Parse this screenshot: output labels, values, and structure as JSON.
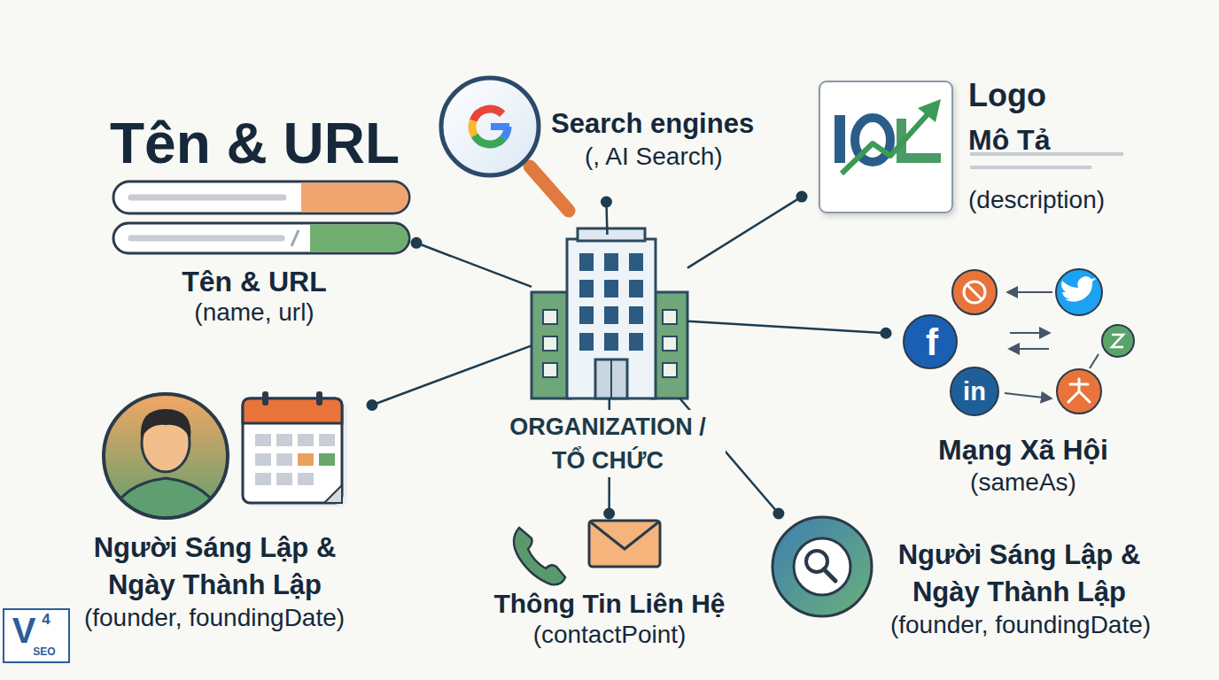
{
  "diagram": {
    "nodes": [
      {
        "text": [
          "Tên & URL",
          "Tên & URL",
          "(name, url)"
        ]
      },
      {
        "text": [
          "Search engines",
          "(, AI Search)"
        ]
      },
      {
        "text": [
          "Logo",
          "Mô Tả",
          "(description)"
        ]
      },
      {
        "text": [
          "ORGANIZATION / TỔ CHỨC"
        ]
      },
      {
        "text": [
          "Mạng Xã Hội",
          "(sameAs)"
        ]
      },
      {
        "text": [
          "Người Sáng Lập & Ngày Thành Lập",
          "(founder, foundingDate)"
        ]
      },
      {
        "text": [
          "Thông Tin Liên Hệ",
          "(contactPoint)"
        ]
      },
      {
        "text": [
          "Người Sáng Lập & Ngày Thành Lập",
          "(founder, foundingDate)"
        ]
      }
    ],
    "edges": [
      {
        "from": 3,
        "to": 0,
        "arrow": "none"
      },
      {
        "from": 3,
        "to": 1,
        "arrow": "none"
      },
      {
        "from": 3,
        "to": 2,
        "arrow": "none"
      },
      {
        "from": 3,
        "to": 4,
        "arrow": "none"
      },
      {
        "from": 3,
        "to": 5,
        "arrow": "none"
      },
      {
        "from": 3,
        "to": 6,
        "arrow": "none"
      },
      {
        "from": 3,
        "to": 7,
        "arrow": "none"
      }
    ],
    "labels": [
      "f",
      "in",
      "V",
      "4",
      "SEO"
    ]
  }
}
